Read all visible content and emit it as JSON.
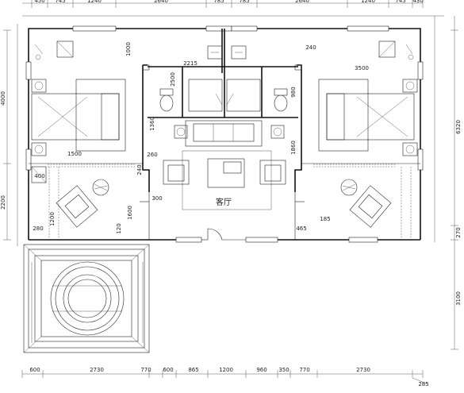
{
  "plan": {
    "room_label": "客厅",
    "dims_top": [
      "450",
      "745",
      "1240",
      "2640",
      "785",
      "785",
      "2640",
      "1240",
      "745",
      "430"
    ],
    "dims_bottom": [
      "600",
      "2730",
      "770",
      "600",
      "865",
      "1200",
      "960",
      "350",
      "770",
      "2730",
      "285"
    ],
    "dims_left": [
      "4000",
      "2200"
    ],
    "dims_right": [
      "6320",
      "270",
      "3100"
    ],
    "interior_dims": {
      "d1000": "1000",
      "d2215": "2215",
      "d2500": "2500",
      "d240_top": "240",
      "d3500": "3500",
      "d1360": "1360",
      "d980": "980",
      "d1500": "1500",
      "d260": "260",
      "d1860": "1860",
      "d240_mid": "240",
      "d400": "400",
      "d300": "300",
      "d1600": "1600",
      "d1200": "1200",
      "d280": "280",
      "d120": "120",
      "d465": "465",
      "d185": "185"
    },
    "icons": [
      "bed-icon",
      "sofa-icon",
      "armchair-icon",
      "coffee-table-icon",
      "toilet-icon",
      "massage-chair-icon",
      "lamp-icon",
      "tv-cabinet-icon",
      "nightstand-icon",
      "door-swing-icon",
      "pavilion-roof-icon"
    ]
  }
}
